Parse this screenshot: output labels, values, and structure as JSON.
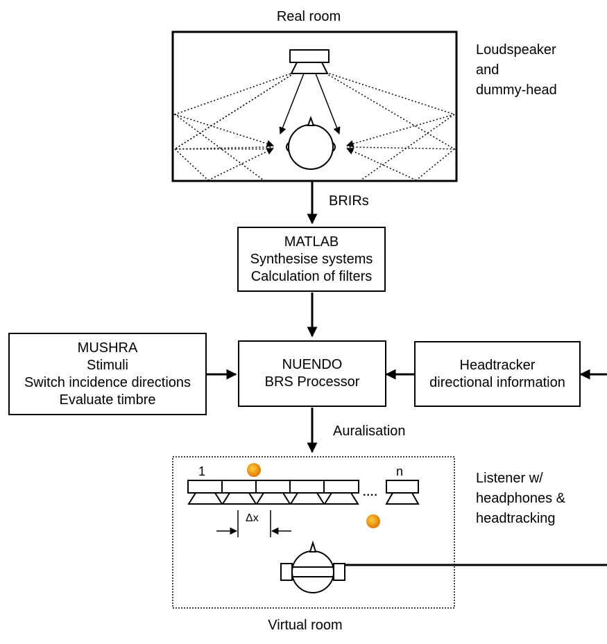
{
  "real_room": {
    "title": "Real room"
  },
  "notes": {
    "loudspeaker": [
      "Loudspeaker",
      "and",
      "dummy-head"
    ],
    "listener": [
      "Listener w/",
      "headphones &",
      "headtracking"
    ]
  },
  "arrows": {
    "brirs": "BRIRs",
    "auralisation": "Auralisation"
  },
  "boxes": {
    "matlab": [
      "MATLAB",
      "Synthesise systems",
      "Calculation of filters"
    ],
    "mushra": [
      "MUSHRA",
      "Stimuli",
      "Switch incidence directions",
      "Evaluate timbre"
    ],
    "nuendo": [
      "NUENDO",
      "BRS Processor"
    ],
    "headtracker": [
      "Headtracker",
      "directional information"
    ]
  },
  "virtual_room": {
    "title": "Virtual room",
    "array_first": "1",
    "array_last": "n",
    "ellipsis": "....",
    "spacing": "Δx"
  },
  "colors": {
    "line": "#000000",
    "source_dot_center": "#ffd040",
    "source_dot_edge": "#e07800"
  }
}
